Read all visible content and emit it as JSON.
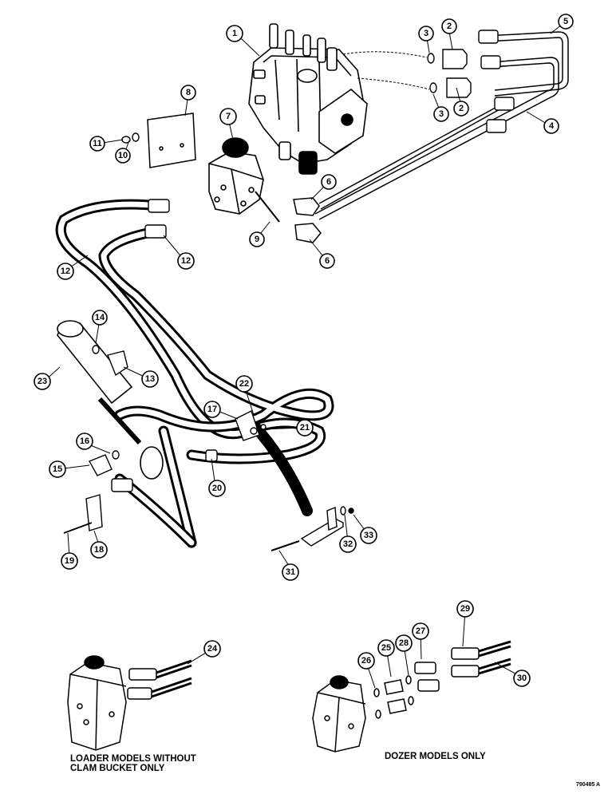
{
  "callouts": [
    {
      "id": "1",
      "label": "1"
    },
    {
      "id": "2a",
      "label": "2"
    },
    {
      "id": "2b",
      "label": "2"
    },
    {
      "id": "3a",
      "label": "3"
    },
    {
      "id": "3b",
      "label": "3"
    },
    {
      "id": "4",
      "label": "4"
    },
    {
      "id": "5",
      "label": "5"
    },
    {
      "id": "6a",
      "label": "6"
    },
    {
      "id": "6b",
      "label": "6"
    },
    {
      "id": "7",
      "label": "7"
    },
    {
      "id": "8",
      "label": "8"
    },
    {
      "id": "9",
      "label": "9"
    },
    {
      "id": "10",
      "label": "10"
    },
    {
      "id": "11",
      "label": "11"
    },
    {
      "id": "12a",
      "label": "12"
    },
    {
      "id": "12b",
      "label": "12"
    },
    {
      "id": "13",
      "label": "13"
    },
    {
      "id": "14",
      "label": "14"
    },
    {
      "id": "15",
      "label": "15"
    },
    {
      "id": "16",
      "label": "16"
    },
    {
      "id": "17",
      "label": "17"
    },
    {
      "id": "18",
      "label": "18"
    },
    {
      "id": "19",
      "label": "19"
    },
    {
      "id": "20",
      "label": "20"
    },
    {
      "id": "21",
      "label": "21"
    },
    {
      "id": "22",
      "label": "22"
    },
    {
      "id": "23",
      "label": "23"
    },
    {
      "id": "24",
      "label": "24"
    },
    {
      "id": "25",
      "label": "25"
    },
    {
      "id": "26",
      "label": "26"
    },
    {
      "id": "27",
      "label": "27"
    },
    {
      "id": "28",
      "label": "28"
    },
    {
      "id": "29",
      "label": "29"
    },
    {
      "id": "30",
      "label": "30"
    },
    {
      "id": "31",
      "label": "31"
    },
    {
      "id": "32",
      "label": "32"
    },
    {
      "id": "33",
      "label": "33"
    }
  ],
  "captions": {
    "loader_line1": "LOADER MODELS WITHOUT",
    "loader_line2": "CLAM BUCKET ONLY",
    "dozer": "DOZER MODELS ONLY"
  },
  "figure_id": "790485 A"
}
